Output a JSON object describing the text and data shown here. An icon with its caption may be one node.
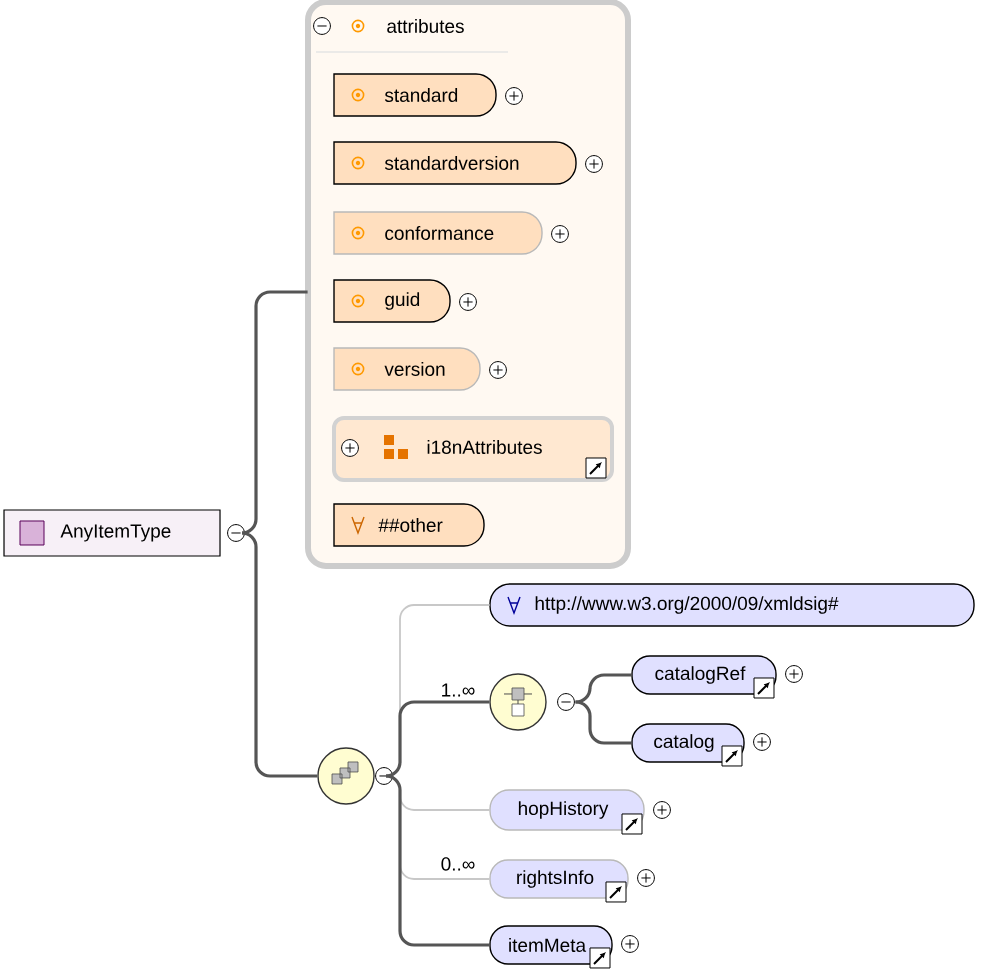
{
  "diagram": {
    "nodes": [
      {
        "text": [
          "AnyItemType"
        ]
      },
      {
        "text": [
          "attributes"
        ]
      },
      {
        "text": [
          "standard"
        ],
        "in": 1
      },
      {
        "text": [
          "standardversion"
        ],
        "in": 1
      },
      {
        "text": [
          "conformance"
        ],
        "in": 1
      },
      {
        "text": [
          "guid"
        ],
        "in": 1
      },
      {
        "text": [
          "version"
        ],
        "in": 1
      },
      {
        "text": [
          "i18nAttributes"
        ],
        "in": 1
      },
      {
        "text": [
          "##other"
        ],
        "in": 1
      },
      {
        "text": [],
        "shape": "circle"
      },
      {
        "text": [
          "http://www.w3.org/2000/09/xmldsig#"
        ]
      },
      {
        "text": [],
        "shape": "circle"
      },
      {
        "text": [
          "catalogRef"
        ]
      },
      {
        "text": [
          "catalog"
        ]
      },
      {
        "text": [
          "hopHistory"
        ]
      },
      {
        "text": [
          "rightsInfo"
        ]
      },
      {
        "text": [
          "itemMeta"
        ]
      }
    ],
    "edges": [
      {
        "from": 0,
        "to": 1,
        "arrow": "none"
      },
      {
        "from": 0,
        "to": 9,
        "arrow": "none"
      },
      {
        "from": 9,
        "to": 10,
        "arrow": "none",
        "color": "#c8c8c8"
      },
      {
        "from": 9,
        "to": 11,
        "arrow": "none",
        "label": "1..∞"
      },
      {
        "from": 11,
        "to": 12,
        "arrow": "none"
      },
      {
        "from": 11,
        "to": 13,
        "arrow": "none"
      },
      {
        "from": 9,
        "to": 14,
        "arrow": "none",
        "color": "#c8c8c8"
      },
      {
        "from": 9,
        "to": 15,
        "arrow": "none",
        "label": "0..∞",
        "color": "#c8c8c8"
      },
      {
        "from": 9,
        "to": 16,
        "arrow": "none"
      }
    ]
  }
}
